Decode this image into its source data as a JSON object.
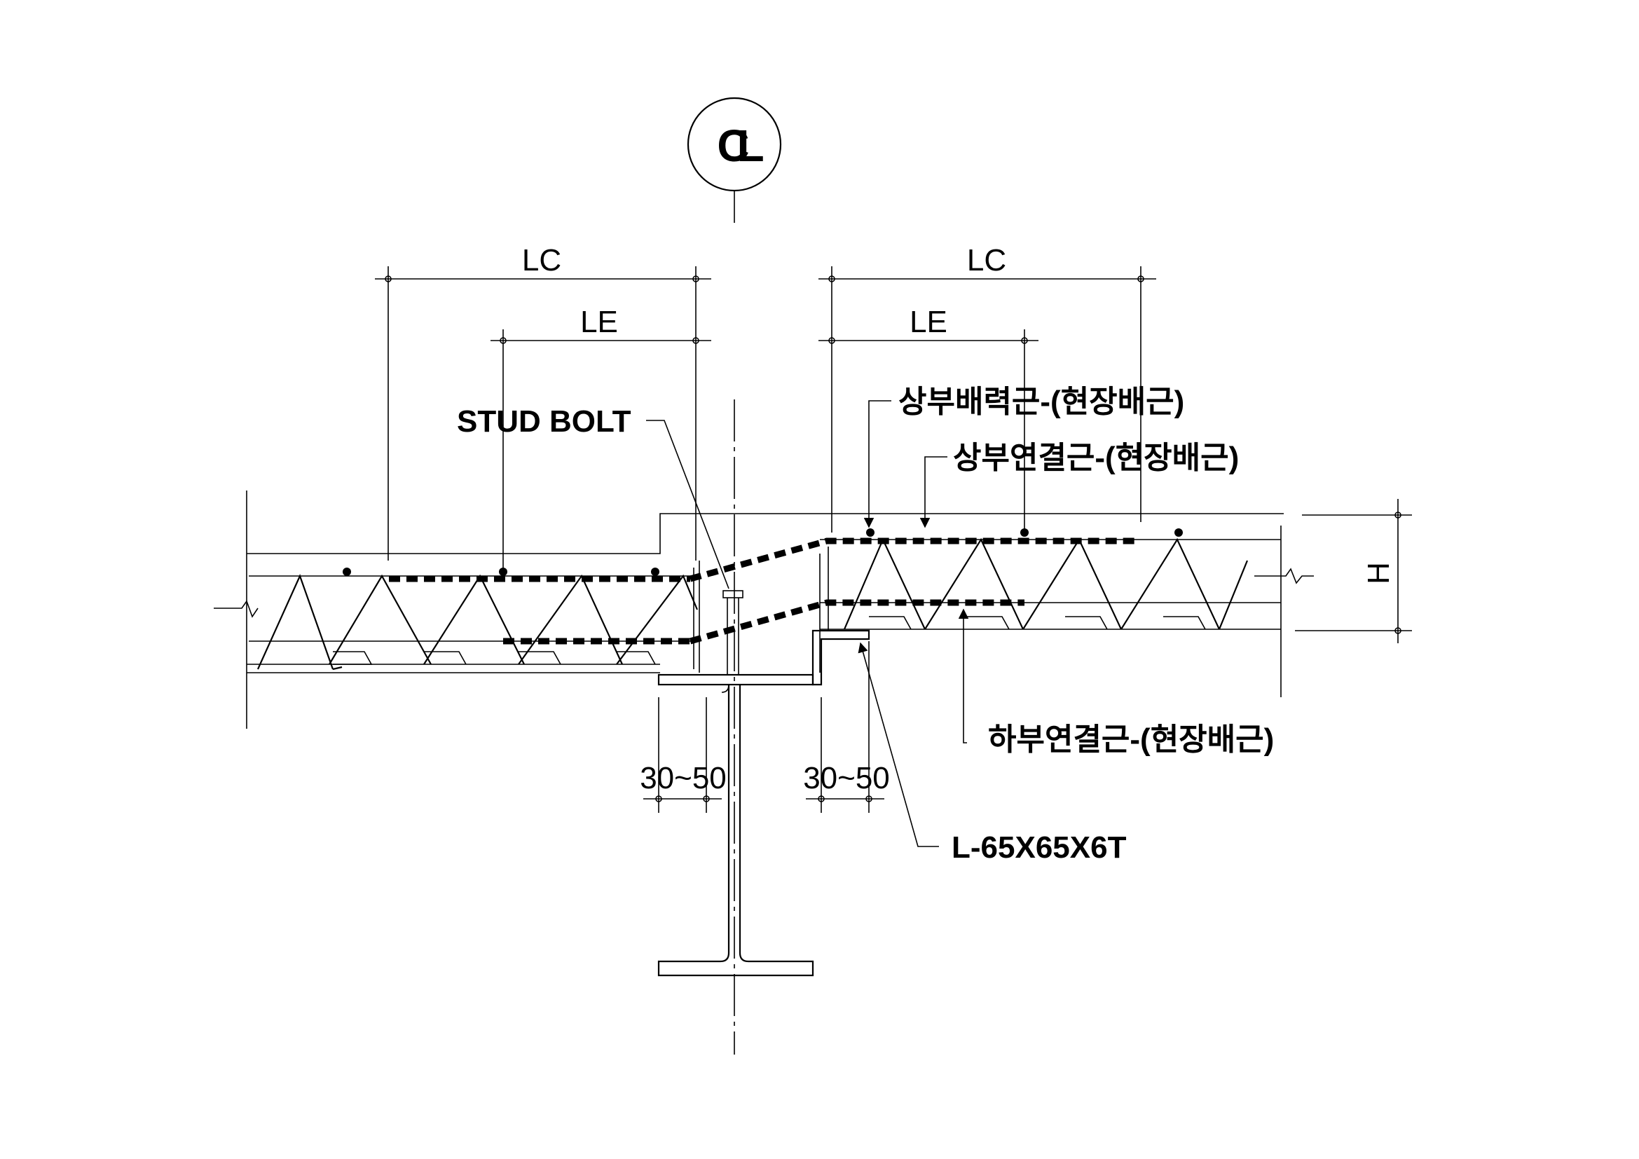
{
  "centerline": {
    "symbol": "CL"
  },
  "dimensions": {
    "left_lc": "LC",
    "left_le": "LE",
    "right_lc": "LC",
    "right_le": "LE",
    "height": "H",
    "gap_left": "30~50",
    "gap_right": "30~50"
  },
  "labels": {
    "stud_bolt": "STUD BOLT",
    "top_main_bar": "상부배력근-(현장배근)",
    "top_connection_bar": "상부연결근-(현장배근)",
    "bottom_connection_bar": "하부연결근-(현장배근)",
    "angle": "L-65X65X6T"
  }
}
